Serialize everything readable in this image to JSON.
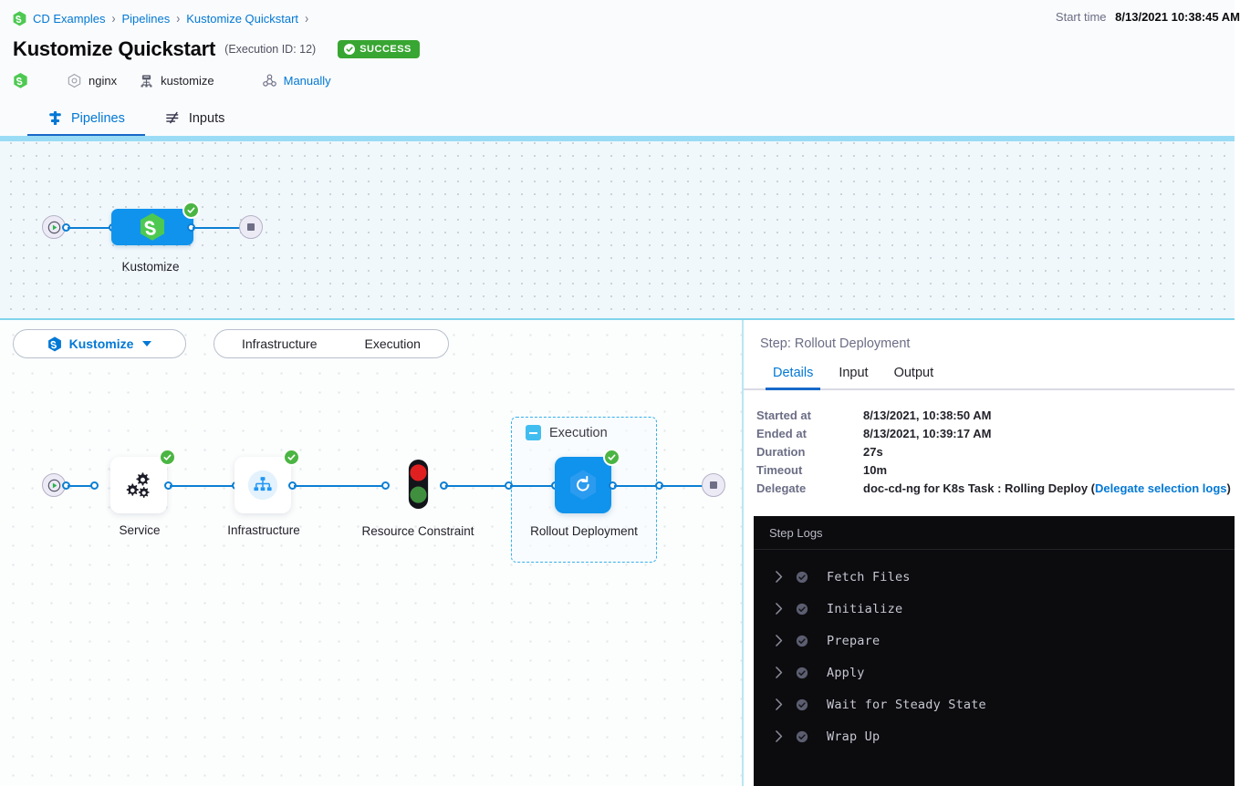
{
  "header": {
    "breadcrumb": [
      {
        "label": "CD Examples"
      },
      {
        "label": "Pipelines"
      },
      {
        "label": "Kustomize Quickstart"
      }
    ],
    "breadcrumb_separator": "›",
    "title": "Kustomize Quickstart",
    "execution_id": "(Execution ID: 12)",
    "status": "SUCCESS",
    "status_color": "#38a632",
    "start_time_label": "Start time",
    "start_time_value": "8/13/2021 10:38:45 AM",
    "meta": {
      "logo_icon": "harness-logo-icon",
      "service_icon": "service-hexagon-icon",
      "service": "nginx",
      "infra_icon": "kubernetes-infra-icon",
      "infra": "kustomize",
      "trigger_icon": "trigger-icon",
      "trigger": "Manually"
    }
  },
  "tabs": [
    {
      "label": "Pipelines",
      "icon": "pipeline-icon",
      "active": true
    },
    {
      "label": "Inputs",
      "icon": "inputs-icon",
      "active": false
    }
  ],
  "top_graph": {
    "start_icon": "play-icon",
    "end_icon": "stop-icon",
    "stage": {
      "label": "Kustomize",
      "icon": "harness-hexagon-icon",
      "status": "success"
    }
  },
  "controls": {
    "stage_select": {
      "label": "Kustomize",
      "icon": "harness-blue-icon",
      "caret": "chevron-down-icon"
    },
    "segments": [
      {
        "label": "Infrastructure"
      },
      {
        "label": "Execution"
      }
    ]
  },
  "bottom_graph": {
    "start_icon": "play-icon",
    "end_icon": "stop-icon",
    "nodes": [
      {
        "label": "Service",
        "icon": "service-gears-icon",
        "status": "success"
      },
      {
        "label": "Infrastructure",
        "icon": "infrastructure-network-icon",
        "status": "success"
      },
      {
        "label": "Resource Constraint",
        "icon": "traffic-light-icon",
        "status": "none"
      },
      {
        "label": "Rollout Deployment",
        "icon": "rollout-refresh-icon",
        "status": "success"
      }
    ],
    "group": {
      "title": "Execution",
      "toggle": "collapse-icon"
    }
  },
  "right_panel": {
    "step_title": "Step: Rollout Deployment",
    "tabs": [
      {
        "label": "Details",
        "active": true
      },
      {
        "label": "Input",
        "active": false
      },
      {
        "label": "Output",
        "active": false
      }
    ],
    "details": [
      {
        "key": "Started at",
        "value": "8/13/2021, 10:38:50 AM"
      },
      {
        "key": "Ended at",
        "value": "8/13/2021, 10:39:17 AM"
      },
      {
        "key": "Duration",
        "value": "27s"
      },
      {
        "key": "Timeout",
        "value": "10m"
      }
    ],
    "delegate": {
      "key": "Delegate",
      "prefix": "doc-cd-ng for K8s Task : Rolling Deploy (",
      "link": "Delegate selection logs",
      "suffix": ")"
    }
  },
  "logs": {
    "header": "Step Logs",
    "rows": [
      {
        "label": "Fetch Files",
        "status": "success"
      },
      {
        "label": "Initialize",
        "status": "success"
      },
      {
        "label": "Prepare",
        "status": "success"
      },
      {
        "label": "Apply",
        "status": "success"
      },
      {
        "label": "Wait for Steady State",
        "status": "success"
      },
      {
        "label": "Wrap Up",
        "status": "success"
      }
    ]
  }
}
